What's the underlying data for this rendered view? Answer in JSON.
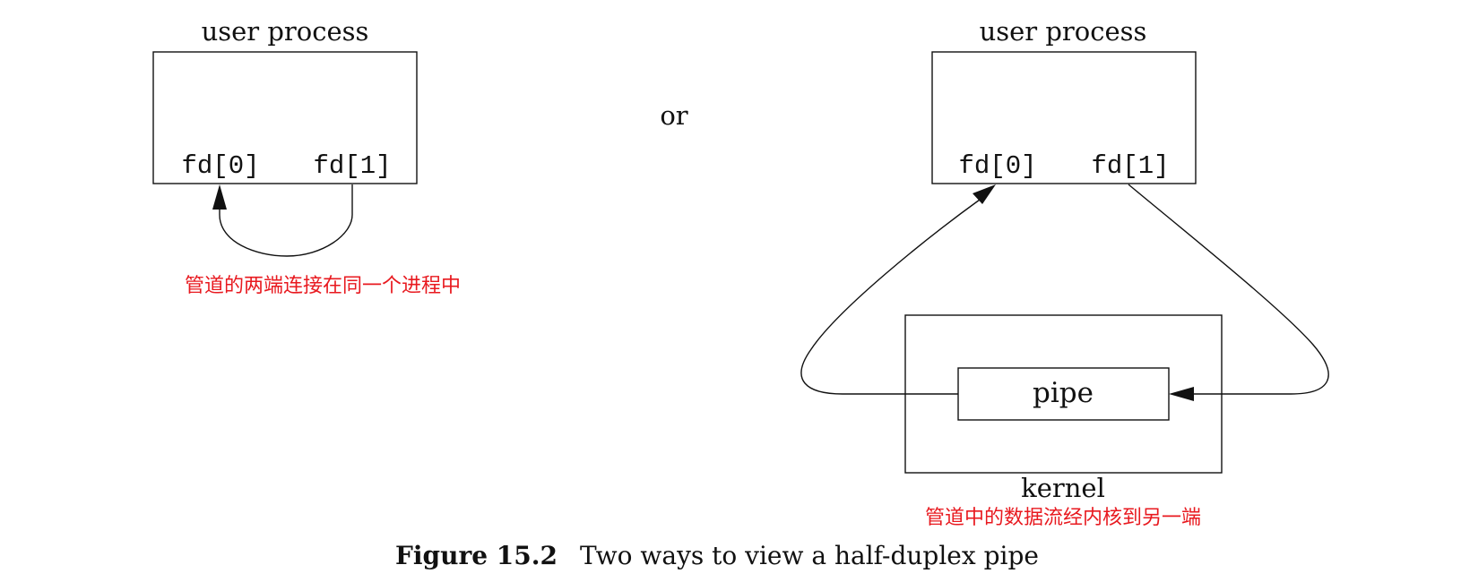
{
  "left_diagram": {
    "process_label": "user process",
    "fd_read": "fd[0]",
    "fd_write": "fd[1]",
    "annotation": "管道的两端连接在同一个进程中"
  },
  "separator": {
    "text": "or"
  },
  "right_diagram": {
    "process_label": "user process",
    "fd_read": "fd[0]",
    "fd_write": "fd[1]",
    "pipe_label": "pipe",
    "kernel_label": "kernel",
    "annotation": "管道中的数据流经内核到另一端"
  },
  "caption": {
    "label": "Figure 15.2",
    "text": "Two ways to view a half-duplex pipe"
  },
  "colors": {
    "annotation": "#e8191f",
    "line": "#111111"
  }
}
